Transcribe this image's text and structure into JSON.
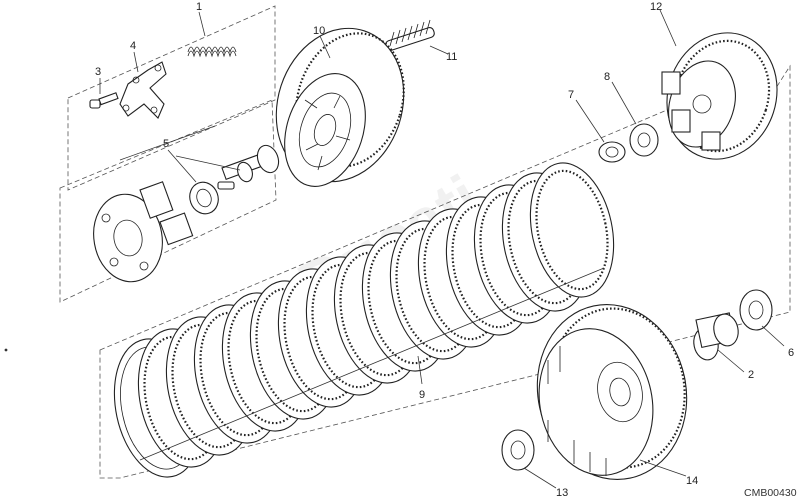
{
  "diagram": {
    "callouts": [
      {
        "id": "c1",
        "text": "1"
      },
      {
        "id": "c2",
        "text": "2"
      },
      {
        "id": "c3",
        "text": "3"
      },
      {
        "id": "c4",
        "text": "4"
      },
      {
        "id": "c5",
        "text": "5"
      },
      {
        "id": "c6",
        "text": "6"
      },
      {
        "id": "c7",
        "text": "7"
      },
      {
        "id": "c8",
        "text": "8"
      },
      {
        "id": "c9",
        "text": "9"
      },
      {
        "id": "c10",
        "text": "10"
      },
      {
        "id": "c11",
        "text": "11"
      },
      {
        "id": "c12",
        "text": "12"
      },
      {
        "id": "c13",
        "text": "13"
      },
      {
        "id": "c14",
        "text": "14"
      }
    ],
    "drawing_code": "CMB00430",
    "watermark": "Ducati"
  }
}
